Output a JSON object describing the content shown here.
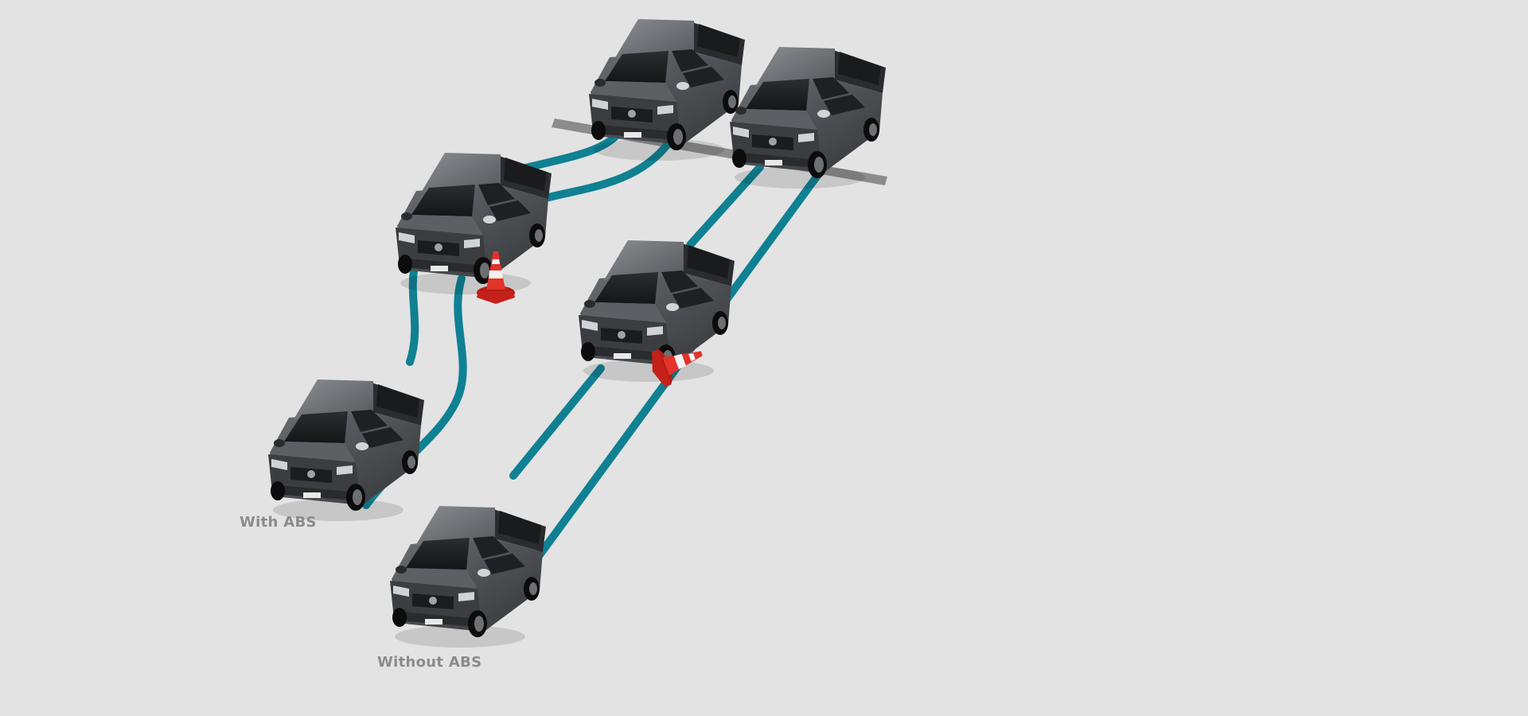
{
  "labels": {
    "with_abs": "With ABS",
    "without_abs": "Without ABS"
  },
  "colors": {
    "background": "#e3e3e3",
    "track": "#0f8193",
    "truck_body": "#4e5155",
    "truck_dark": "#232426",
    "stop_line": "#8c8c8c",
    "cone": "#d8261f",
    "label": "#8b8b8b"
  },
  "icons": {
    "truck": "pickup-truck-icon",
    "cone": "traffic-cone-icon"
  },
  "scenarios": [
    {
      "name": "with-abs",
      "truck_count": 3,
      "cone_state": "avoided"
    },
    {
      "name": "without-abs",
      "truck_count": 3,
      "cone_state": "hit"
    }
  ]
}
